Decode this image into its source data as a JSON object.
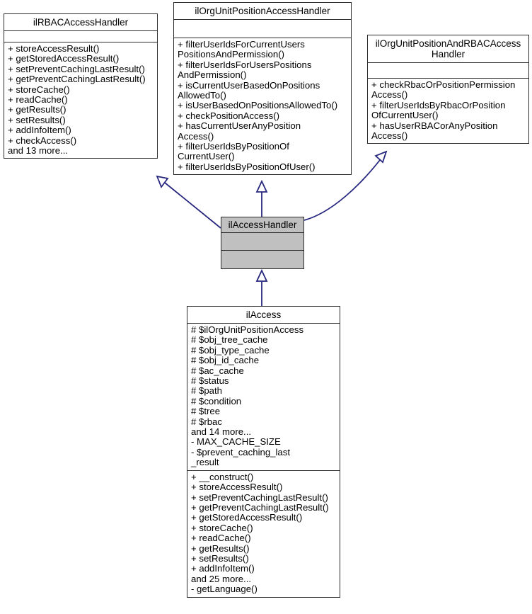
{
  "diagram": {
    "type": "uml-class-diagram",
    "title": "ilAccessHandler class inheritance diagram",
    "edge_color": "#27277f",
    "highlight_fill": "#c0c0c0",
    "relationship": "generalization"
  },
  "classes": {
    "ilrbacaccesshandler": {
      "name": "ilRBACAccessHandler",
      "attributes": [],
      "methods": [
        "+ storeAccessResult()",
        "+ getStoredAccessResult()",
        "+ setPreventCachingLastResult()",
        "+ getPreventCachingLastResult()",
        "+ storeCache()",
        "+ readCache()",
        "+ getResults()",
        "+ setResults()",
        "+ addInfoItem()",
        "+ checkAccess()",
        "and 13 more..."
      ]
    },
    "ilorgunitpositionaccesshandler": {
      "name": "ilOrgUnitPositionAccessHandler",
      "attributes": [],
      "methods": [
        "+ filterUserIdsForCurrentUsers\nPositionsAndPermission()",
        "+ filterUserIdsForUsersPositions\nAndPermission()",
        "+ isCurrentUserBasedOnPositions\nAllowedTo()",
        "+ isUserBasedOnPositionsAllowedTo()",
        "+ checkPositionAccess()",
        "+ hasCurrentUserAnyPosition\nAccess()",
        "+ filterUserIdsByPositionOf\nCurrentUser()",
        "+ filterUserIdsByPositionOfUser()"
      ]
    },
    "ilorgunitpositionandrbacaccesshandler": {
      "name": "ilOrgUnitPositionAndRBACAccess\nHandler",
      "attributes": [],
      "methods": [
        "+ checkRbacOrPositionPermission\nAccess()",
        "+ filterUserIdsByRbacOrPosition\nOfCurrentUser()",
        "+ hasUserRBACorAnyPosition\nAccess()"
      ]
    },
    "ilaccesshandler": {
      "name": "ilAccessHandler",
      "attributes": [],
      "methods": []
    },
    "ilaccess": {
      "name": "ilAccess",
      "attributes": [
        "# $ilOrgUnitPositionAccess",
        "# $obj_tree_cache",
        "# $obj_type_cache",
        "# $obj_id_cache",
        "# $ac_cache",
        "# $status",
        "# $path",
        "# $condition",
        "# $tree",
        "# $rbac",
        "and 14 more...",
        "- MAX_CACHE_SIZE",
        "- $prevent_caching_last\n_result"
      ],
      "methods": [
        "+ __construct()",
        "+ storeAccessResult()",
        "+ setPreventCachingLastResult()",
        "+ getPreventCachingLastResult()",
        "+ getStoredAccessResult()",
        "+ storeCache()",
        "+ readCache()",
        "+ getResults()",
        "+ setResults()",
        "+ addInfoItem()",
        "and 25 more...",
        "- getLanguage()"
      ]
    }
  },
  "edges": [
    {
      "from": "ilaccesshandler",
      "to": "ilrbacaccesshandler",
      "kind": "generalization"
    },
    {
      "from": "ilaccesshandler",
      "to": "ilorgunitpositionaccesshandler",
      "kind": "generalization"
    },
    {
      "from": "ilaccesshandler",
      "to": "ilorgunitpositionandrbacaccesshandler",
      "kind": "generalization"
    },
    {
      "from": "ilaccess",
      "to": "ilaccesshandler",
      "kind": "generalization"
    }
  ]
}
